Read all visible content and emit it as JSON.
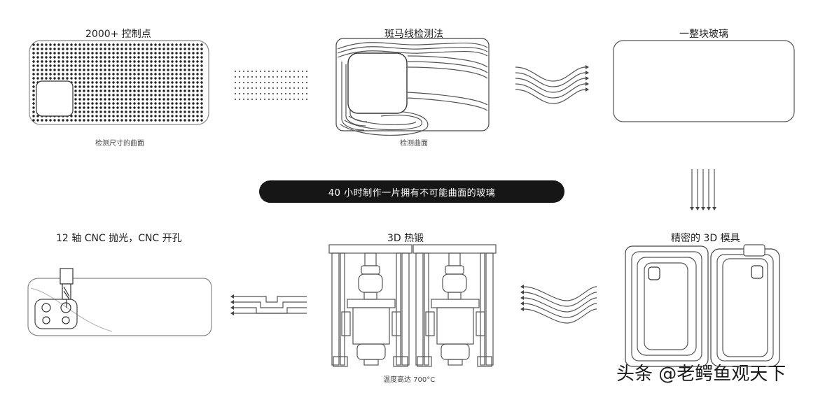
{
  "steps": {
    "s1_title": "2000+ 控制点",
    "s1_caption": "检测尺寸的曲面",
    "s2_title": "斑马线检测法",
    "s2_caption": "检测曲面",
    "s3_title": "一整块玻璃",
    "s4_title": "精密的 3D 模具",
    "s5_title": "3D 热锻",
    "s5_caption": "温度高达 700°C",
    "s6_title": "12 轴 CNC 抛光，CNC 开孔"
  },
  "banner": {
    "text": "40 小时制作一片拥有不可能曲面的玻璃"
  },
  "watermark": {
    "text": "头条 @老鳄鱼观天下"
  }
}
